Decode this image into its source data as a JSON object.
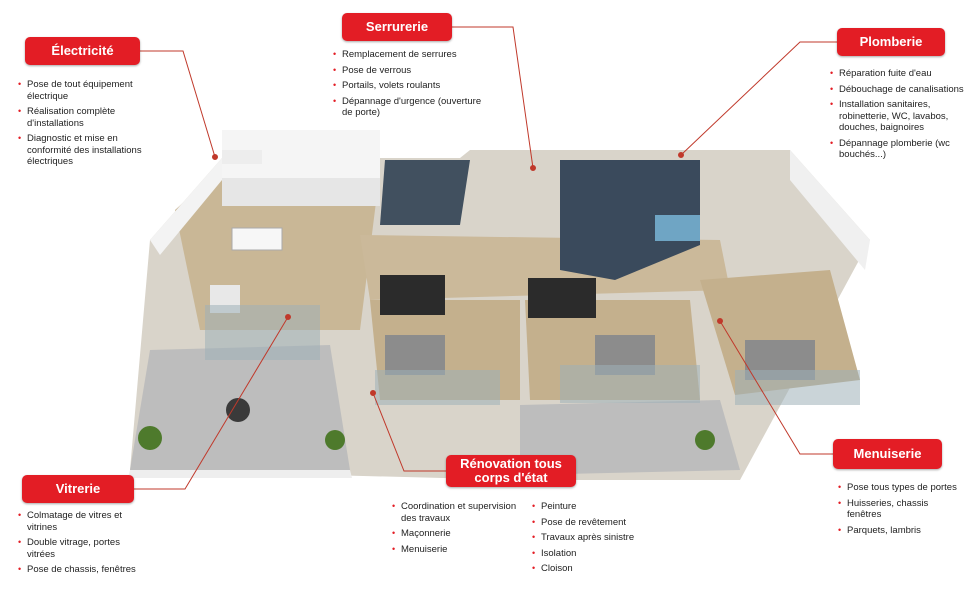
{
  "colors": {
    "accent": "#e31d25",
    "leader": "#c0392b"
  },
  "categories": {
    "electricite": {
      "label": "Électricité",
      "items": [
        "Pose de tout équipement électrique",
        "Réalisation complète d'installations",
        "Diagnostic et mise en conformité des installations électriques"
      ]
    },
    "serrurerie": {
      "label": "Serrurerie",
      "items": [
        "Remplacement de serrures",
        "Pose de verrous",
        "Portails, volets roulants",
        "Dépannage d'urgence (ouverture de porte)"
      ]
    },
    "plomberie": {
      "label": "Plomberie",
      "items": [
        "Réparation fuite d'eau",
        "Débouchage de canalisations",
        "Installation sanitaires, robinetterie, WC, lavabos, douches, baignoires",
        "Dépannage plomberie (wc bouchés...)"
      ]
    },
    "vitrerie": {
      "label": "Vitrerie",
      "items": [
        "Colmatage de vitres et vitrines",
        "Double vitrage, portes vitrées",
        "Pose de chassis, fenêtres"
      ]
    },
    "renovation": {
      "label": "Rénovation tous corps d'état",
      "items_left": [
        "Coordination et supervision des travaux",
        "Maçonnerie",
        "Menuiserie"
      ],
      "items_right": [
        "Peinture",
        "Pose de revêtement",
        "Travaux après sinistre",
        "Isolation",
        "Cloison"
      ]
    },
    "menuiserie": {
      "label": "Menuiserie",
      "items": [
        "Pose tous types de portes",
        "Huisseries, chassis fenêtres",
        "Parquets, lambris"
      ]
    }
  }
}
